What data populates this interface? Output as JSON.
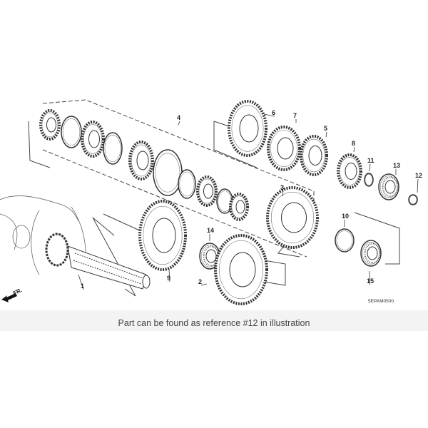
{
  "diagram": {
    "reference_labels": [
      "1",
      "2",
      "3",
      "4",
      "5",
      "6",
      "7",
      "8",
      "9",
      "10",
      "11",
      "12",
      "13",
      "14",
      "15"
    ],
    "drawing_code": "5EPAM0500",
    "direction_marker": "FR."
  },
  "caption": "Part can be found as reference #12 in illustration",
  "colors": {
    "line": "#333333",
    "caption_band": "#f3f3f3",
    "caption_text": "#444444"
  }
}
